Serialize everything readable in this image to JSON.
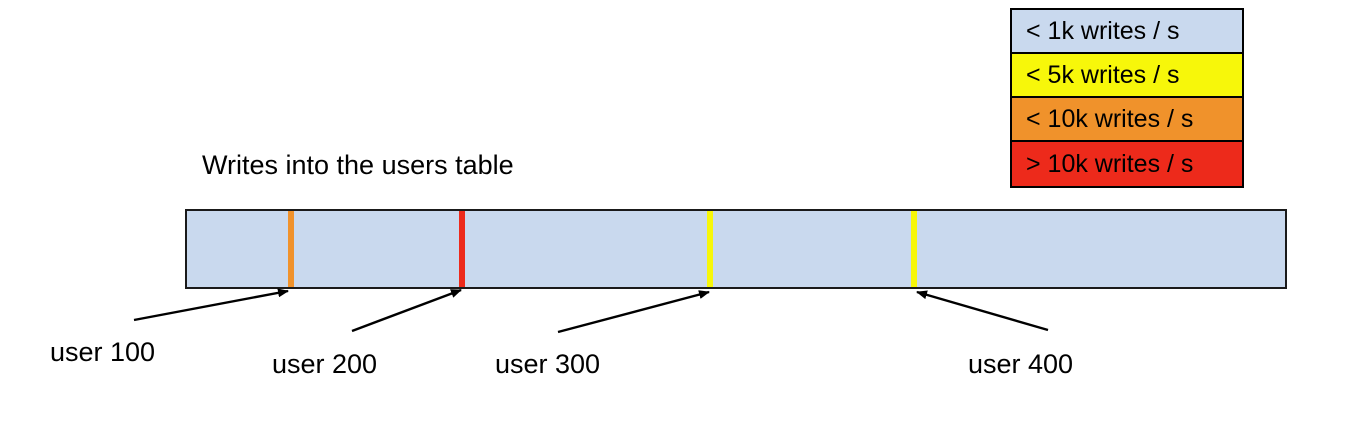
{
  "chart_data": {
    "type": "bar",
    "title": "Writes into the users table",
    "xlabel": "",
    "ylabel": "",
    "description": "A horizontal partition bar representing the users table, divided by shard boundary markers at user 100, user 200, user 300 and user 400. Each marker is colored by the write rate at that boundary.",
    "bar": {
      "fill_color": "#c9d9ee",
      "border_color": "#1a1a1a",
      "base_rate_category": "< 1k writes / s"
    },
    "categories": [
      "user 100",
      "user 200",
      "user 300",
      "user 400"
    ],
    "boundaries": [
      {
        "label": "user 100",
        "position_pct": 9.6,
        "color": "#f0922b",
        "rate_category": "< 10k writes / s"
      },
      {
        "label": "user 200",
        "position_pct": 25.1,
        "color": "#ed2a1b",
        "rate_category": "> 10k writes / s"
      },
      {
        "label": "user 300",
        "position_pct": 47.6,
        "color": "#f7f70a",
        "rate_category": "< 5k writes / s"
      },
      {
        "label": "user 400",
        "position_pct": 66.1,
        "color": "#f7f70a",
        "rate_category": "< 5k writes / s"
      }
    ],
    "legend": {
      "position": "top-right",
      "entries": [
        {
          "label": "< 1k writes / s",
          "color": "#c9d9ee"
        },
        {
          "label": "< 5k writes / s",
          "color": "#f7f70a"
        },
        {
          "label": "< 10k writes / s",
          "color": "#f0922b"
        },
        {
          "label": "> 10k writes / s",
          "color": "#ed2a1b"
        }
      ]
    }
  },
  "legend": {
    "entries": [
      {
        "label": "< 1k writes / s",
        "color": "#c9d9ee"
      },
      {
        "label": "< 5k writes / s",
        "color": "#f7f70a"
      },
      {
        "label": "< 10k writes / s",
        "color": "#f0922b"
      },
      {
        "label": "> 10k writes / s",
        "color": "#ed2a1b"
      }
    ]
  },
  "title": "Writes into the users table",
  "boundaries": [
    {
      "label": "user 100",
      "color": "#f0922b"
    },
    {
      "label": "user 200",
      "color": "#ed2a1b"
    },
    {
      "label": "user 300",
      "color": "#f7f70a"
    },
    {
      "label": "user 400",
      "color": "#f7f70a"
    }
  ]
}
